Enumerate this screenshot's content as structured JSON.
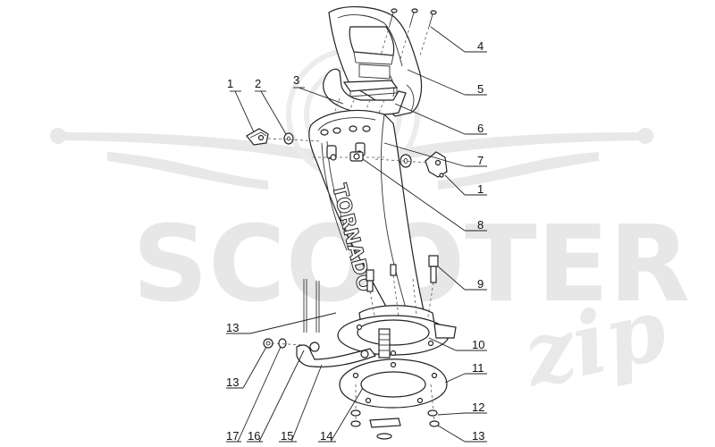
{
  "watermark": {
    "brand": "SCOOTER",
    "script": "zip"
  },
  "brand_on_tube": "TORNADO",
  "callouts": [
    {
      "id": "c1-left",
      "label": "1"
    },
    {
      "id": "c2",
      "label": "2"
    },
    {
      "id": "c3",
      "label": "3"
    },
    {
      "id": "c4",
      "label": "4"
    },
    {
      "id": "c5",
      "label": "5"
    },
    {
      "id": "c6",
      "label": "6"
    },
    {
      "id": "c7",
      "label": "7"
    },
    {
      "id": "c1-right",
      "label": "1"
    },
    {
      "id": "c8",
      "label": "8"
    },
    {
      "id": "c9",
      "label": "9"
    },
    {
      "id": "c10",
      "label": "10"
    },
    {
      "id": "c11",
      "label": "11"
    },
    {
      "id": "c12",
      "label": "12"
    },
    {
      "id": "c13-right",
      "label": "13"
    },
    {
      "id": "c13-upper",
      "label": "13"
    },
    {
      "id": "c13-lower",
      "label": "13"
    },
    {
      "id": "c14",
      "label": "14"
    },
    {
      "id": "c15",
      "label": "15"
    },
    {
      "id": "c16",
      "label": "16"
    },
    {
      "id": "c17",
      "label": "17"
    }
  ],
  "colors": {
    "line": "#222222",
    "watermark": "#e7e7e7",
    "background": "#ffffff"
  }
}
